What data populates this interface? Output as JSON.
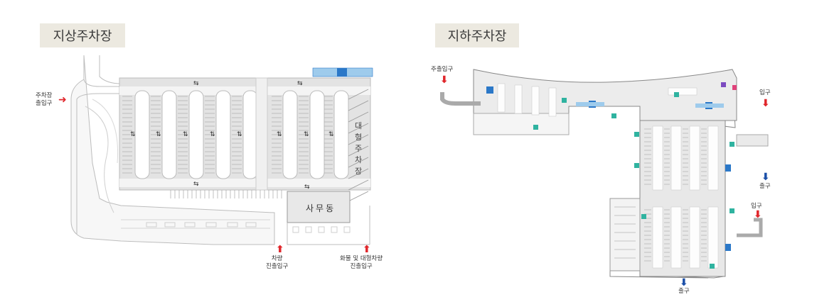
{
  "titles": {
    "above_ground": "지상주차장",
    "underground": "지하주차장"
  },
  "above_ground": {
    "labels": {
      "lot_entrance": [
        "주차장",
        "출입구"
      ],
      "vehicle_entrance": [
        "차량",
        "진출입구"
      ],
      "truck_entrance": [
        "화물 및 대형차량",
        "진출입구"
      ],
      "large_lot": [
        "대",
        "형",
        "주",
        "차",
        "장"
      ],
      "office": "사무동"
    }
  },
  "underground": {
    "labels": {
      "main_entrance": "주출입구",
      "entrance_right_top": "입구",
      "exit_right": "출구",
      "entrance_right_bottom": "입구",
      "exit_bottom": "출구"
    }
  },
  "colors": {
    "entrance_arrow": "#e0262b",
    "exit_arrow": "#1b4fa8",
    "accessible": "#2b78c8",
    "parking_fill": "#d9d9d9",
    "title_bg": "#ece9e0"
  },
  "icons": {
    "entrance": "arrow-in-icon",
    "exit": "arrow-out-icon",
    "accessible": "wheelchair-icon",
    "elevator": "elevator-icon"
  }
}
